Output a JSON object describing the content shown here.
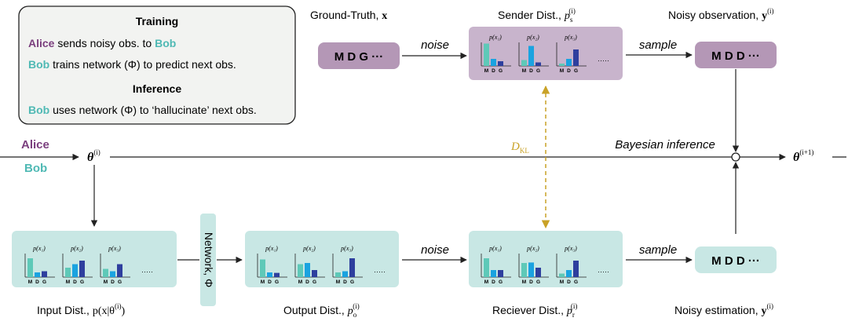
{
  "colors": {
    "alice": "#7b3f7e",
    "bob": "#4fb9b4",
    "purple_box": "#c8b4cc",
    "purple_tag": "#b497b6",
    "teal_box": "#c8e7e4",
    "kl": "#c9a227",
    "bar_teal": "#5ec9b8",
    "bar_cyan": "#1aa3e0",
    "bar_navy": "#2e3f9e"
  },
  "legend": {
    "training_title": "Training",
    "line1_alice": "Alice",
    "line1_text": " sends noisy obs. to ",
    "line1_bob": "Bob",
    "line2_bob": "Bob",
    "line2_text": " trains network (Φ) to predict next obs.",
    "inference_title": "Inference",
    "line3_bob": "Bob",
    "line3_text": " uses network (Φ) to ‘hallucinate’ next obs."
  },
  "labels": {
    "alice": "Alice",
    "bob": "Bob",
    "ground_truth": "Ground-Truth, ",
    "ground_truth_sym": "x",
    "sender_dist": "Sender Dist., ",
    "noisy_observation": "Noisy observation, ",
    "noisy_observation_sym": "y",
    "input_dist": "Input Dist., ",
    "input_dist_sym": "p(x|θ",
    "output_dist": "Output Dist., ",
    "receiver_dist": "Reciever Dist., ",
    "noisy_estimation": "Noisy estimation, ",
    "noisy_estimation_sym": "y",
    "noise_top": "noise",
    "sample_top": "sample",
    "noise_bottom": "noise",
    "sample_bottom": "sample",
    "bayesian_inference": "Bayesian inference",
    "network": "Network, Φ",
    "kl": "D",
    "kl_sub": "KL",
    "theta": "θ",
    "sup_i": "(i)",
    "sup_i1": "(i+1)",
    "p_sym": "p",
    "sub_s": "s",
    "sub_o": "o",
    "sub_r": "r"
  },
  "tokens": {
    "ground_truth": "M D G ···",
    "noisy_observation": "M D D ···",
    "noisy_estimation": "M D D ···"
  },
  "dist_panels": {
    "col_labels": [
      "p(x₁)",
      "p(x₂)",
      "p(x₃)"
    ],
    "bar_labels": [
      "M",
      "D",
      "G"
    ],
    "ellipsis": "·····",
    "sender": [
      [
        0.95,
        0.3,
        0.2
      ],
      [
        0.25,
        0.85,
        0.15
      ],
      [
        0.1,
        0.3,
        0.7
      ]
    ],
    "input": [
      [
        0.8,
        0.2,
        0.25
      ],
      [
        0.4,
        0.55,
        0.7
      ],
      [
        0.35,
        0.25,
        0.55
      ]
    ],
    "output": [
      [
        0.75,
        0.2,
        0.18
      ],
      [
        0.55,
        0.6,
        0.3
      ],
      [
        0.2,
        0.25,
        0.8
      ]
    ],
    "receiver": [
      [
        0.8,
        0.3,
        0.3
      ],
      [
        0.6,
        0.62,
        0.4
      ],
      [
        0.15,
        0.3,
        0.7
      ]
    ]
  }
}
